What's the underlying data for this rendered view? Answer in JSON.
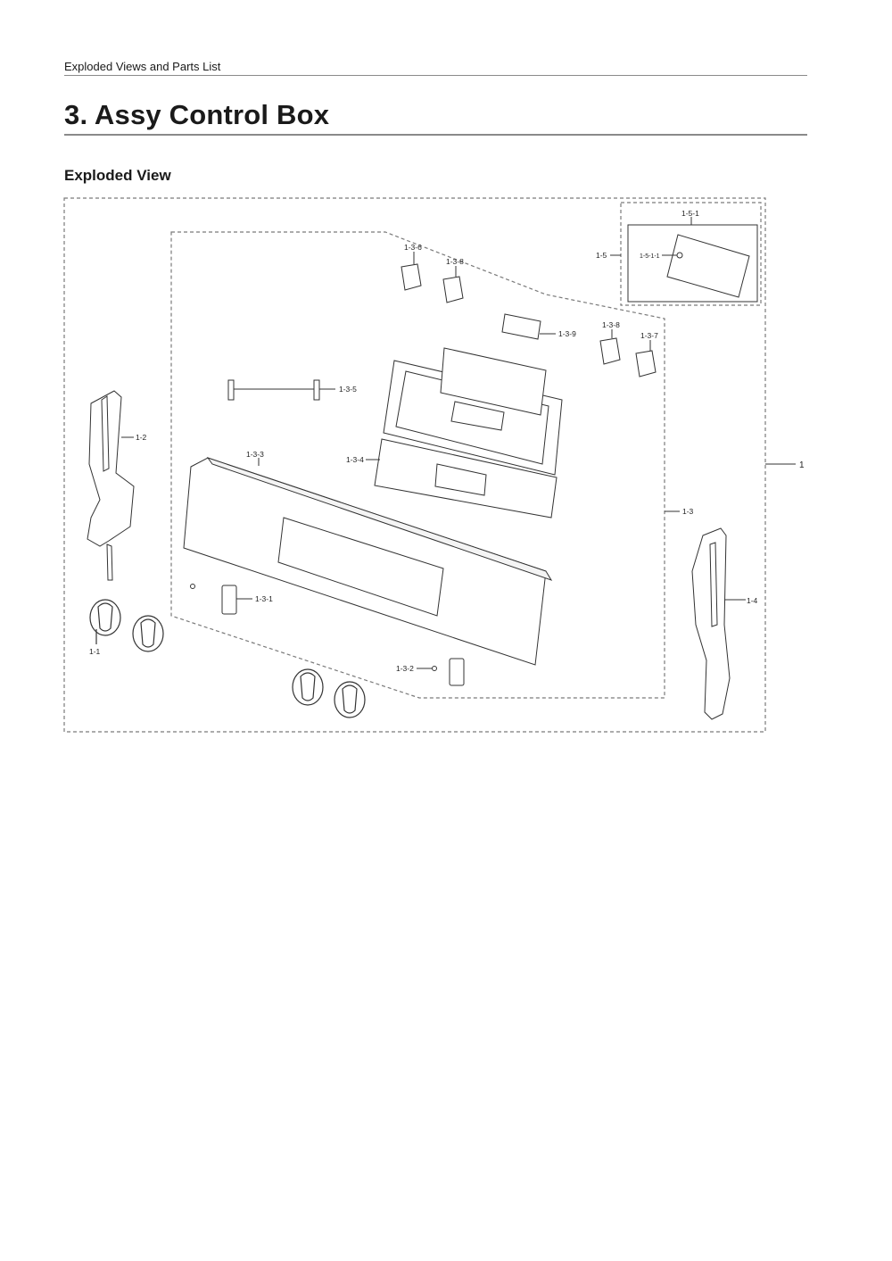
{
  "header": {
    "running_head": "Exploded Views and Parts List"
  },
  "page": {
    "title": "3.  Assy Control Box"
  },
  "section": {
    "title": "Exploded View"
  },
  "diagram": {
    "callouts": {
      "c1": "1",
      "c1_1": "1-1",
      "c1_2": "1-2",
      "c1_3": "1-3",
      "c1_3_1": "1-3-1",
      "c1_3_2": "1-3-2",
      "c1_3_3": "1-3-3",
      "c1_3_4": "1-3-4",
      "c1_3_5": "1-3-5",
      "c1_3_6": "1-3-6",
      "c1_3_8a": "1-3-8",
      "c1_3_8b": "1-3-8",
      "c1_3_7": "1-3-7",
      "c1_3_9": "1-3-9",
      "c1_4": "1-4",
      "c1_5": "1-5",
      "c1_5_1": "1-5-1",
      "c1_5_1_1": "1-5-1-1"
    }
  }
}
